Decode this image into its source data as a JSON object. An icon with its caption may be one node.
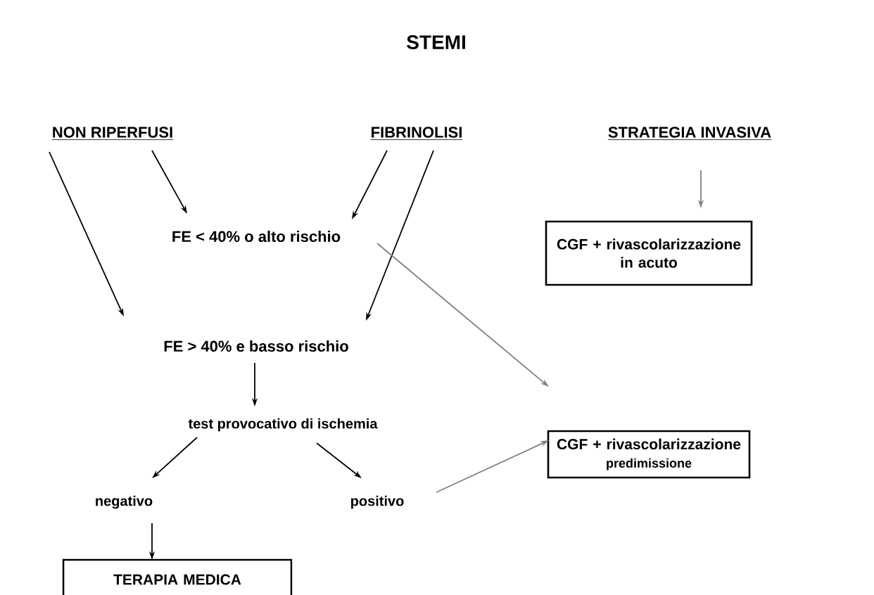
{
  "diagram": {
    "title": "STEMI",
    "nodes": [
      {
        "text": [
          "NON RIPERFUSI"
        ]
      },
      {
        "text": [
          "FIBRINOLISI"
        ]
      },
      {
        "text": [
          "STRATEGIA INVASIVA"
        ]
      },
      {
        "text": [
          "FE < 40% o alto rischio"
        ]
      },
      {
        "text": [
          "CGF + rivascolarizzazione in acuto"
        ]
      },
      {
        "text": [
          "FE > 40% e basso rischio"
        ]
      },
      {
        "text": [
          "CGF + rivascolarizzazione",
          "predimissione"
        ]
      },
      {
        "text": [
          "test provocativo  di ischemia"
        ]
      },
      {
        "text": [
          "negativo"
        ]
      },
      {
        "text": [
          "positivo"
        ]
      },
      {
        "text": [
          "TERAPIA MEDICA"
        ]
      }
    ],
    "edges": [
      {
        "from": 0,
        "to": 5,
        "arrow": "to"
      },
      {
        "from": 0,
        "to": 3,
        "arrow": "to"
      },
      {
        "from": 1,
        "to": 3,
        "arrow": "to"
      },
      {
        "from": 1,
        "to": 5,
        "arrow": "to"
      },
      {
        "from": 2,
        "to": 4,
        "arrow": "to",
        "color": "#808080"
      },
      {
        "from": 3,
        "to": 6,
        "arrow": "to",
        "color": "#808080"
      },
      {
        "from": 5,
        "to": 7,
        "arrow": "to"
      },
      {
        "from": 7,
        "to": 8,
        "arrow": "to"
      },
      {
        "from": 7,
        "to": 9,
        "arrow": "to"
      },
      {
        "from": 8,
        "to": 10,
        "arrow": "to"
      },
      {
        "from": 9,
        "to": 6,
        "arrow": "to",
        "color": "#808080"
      }
    ]
  }
}
